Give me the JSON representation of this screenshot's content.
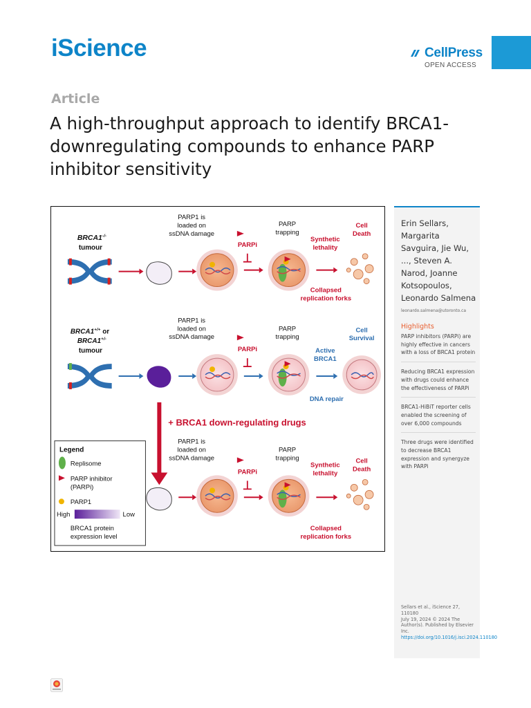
{
  "header": {
    "journal": "iScience",
    "publisher": "CellPress",
    "access": "OPEN ACCESS",
    "colors": {
      "brand_blue": "#0d84c8",
      "bar_blue": "#1c9ad6",
      "highlight_orange": "#e85c2c"
    }
  },
  "article": {
    "type": "Article",
    "title": "A high-throughput approach to identify BRCA1-downregulating compounds to enhance PARP inhibitor sensitivity"
  },
  "figure": {
    "panel1": {
      "tumour_gene": "BRCA1",
      "tumour_sup": "-/-",
      "tumour_word": "tumour",
      "loaded": [
        "PARP1 is",
        "loaded on",
        "ssDNA damage"
      ],
      "trapping": [
        "PARP",
        "trapping"
      ],
      "parpi": "PARPi",
      "lethality": [
        "Synthetic",
        "lethality"
      ],
      "outcome": [
        "Cell",
        "Death"
      ],
      "collapsed": [
        "Collapsed",
        "replication forks"
      ]
    },
    "panel2": {
      "tumour_gene_a": "BRCA1",
      "tumour_sup_a": "+/+",
      "or_word": " or",
      "tumour_gene_b": "BRCA1",
      "tumour_sup_b": "+/-",
      "tumour_word": "tumour",
      "loaded": [
        "PARP1 is",
        "loaded on",
        "ssDNA damage"
      ],
      "trapping": [
        "PARP",
        "trapping"
      ],
      "parpi": "PARPi",
      "active": [
        "Active",
        "BRCA1"
      ],
      "outcome": [
        "Cell",
        "Survival"
      ],
      "repair": "DNA repair"
    },
    "drugs_label": "+ BRCA1 down-regulating drugs",
    "panel3": {
      "loaded": [
        "PARP1 is",
        "loaded on",
        "ssDNA damage"
      ],
      "trapping": [
        "PARP",
        "trapping"
      ],
      "parpi": "PARPi",
      "lethality": [
        "Synthetic",
        "lethality"
      ],
      "outcome": [
        "Cell",
        "Death"
      ],
      "collapsed": [
        "Collapsed",
        "replication forks"
      ]
    },
    "legend": {
      "title": "Legend",
      "replisome": "Replisome",
      "inhibitor": [
        "PARP inhibitor",
        "(PARPi)"
      ],
      "parp1": "PARP1",
      "high": "High",
      "low": "Low",
      "expression": [
        "BRCA1 protein",
        "expression level"
      ]
    }
  },
  "sidebar": {
    "authors": "Erin Sellars, Margarita Savguira, Jie Wu, ..., Steven A. Narod, Joanne Kotsopoulos, Leonardo Salmena",
    "email": "leonardo.salmena@utoronto.ca",
    "highlights_title": "Highlights",
    "highlights": [
      "PARP inhibitors (PARPi) are highly effective in cancers with a loss of BRCA1 protein",
      "Reducing BRCA1 expression with drugs could enhance the effectiveness of PARPi",
      "BRCA1-HiBiT reporter cells enabled the screening of over 6,000 compounds",
      "Three drugs were identified to decrease BRCA1 expression and synergyze with PARPi"
    ],
    "citation_line1": "Sellars et al., iScience 27, 110180",
    "citation_line2": "July 19, 2024 © 2024 The Author(s). Published by Elsevier Inc.",
    "doi": "https://doi.org/10.1016/j.isci.2024.110180"
  }
}
